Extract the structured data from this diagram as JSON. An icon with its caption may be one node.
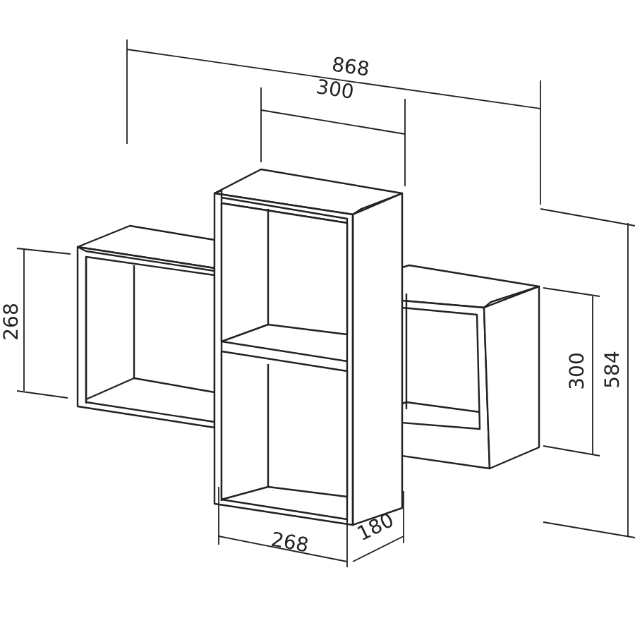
{
  "diagram": {
    "labels": [
      "868",
      "300",
      "268",
      "300",
      "584",
      "268",
      "180"
    ]
  }
}
